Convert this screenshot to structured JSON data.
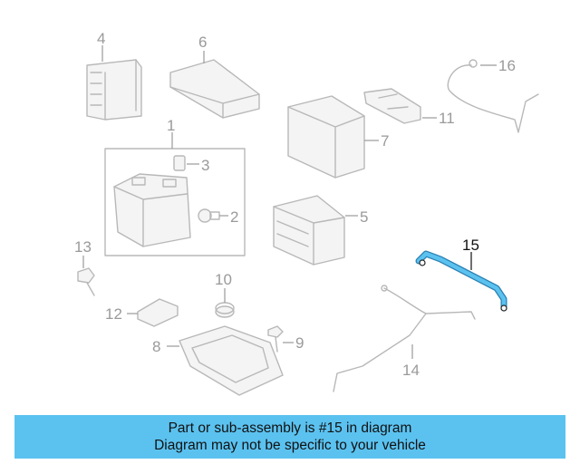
{
  "callouts": {
    "c1": "1",
    "c2": "2",
    "c3": "3",
    "c4": "4",
    "c5": "5",
    "c6": "6",
    "c7": "7",
    "c8": "8",
    "c9": "9",
    "c10": "10",
    "c11": "11",
    "c12": "12",
    "c13": "13",
    "c14": "14",
    "c15": "15",
    "c16": "16"
  },
  "highlighted_part": "15",
  "colors": {
    "highlight_part": "#5bc2f0",
    "banner_background": "#5bc2f0",
    "line_art": "#b8b8b8"
  },
  "banner": {
    "line1": "Part or sub-assembly is #15 in diagram",
    "line2": "Diagram may not be specific to your vehicle"
  }
}
